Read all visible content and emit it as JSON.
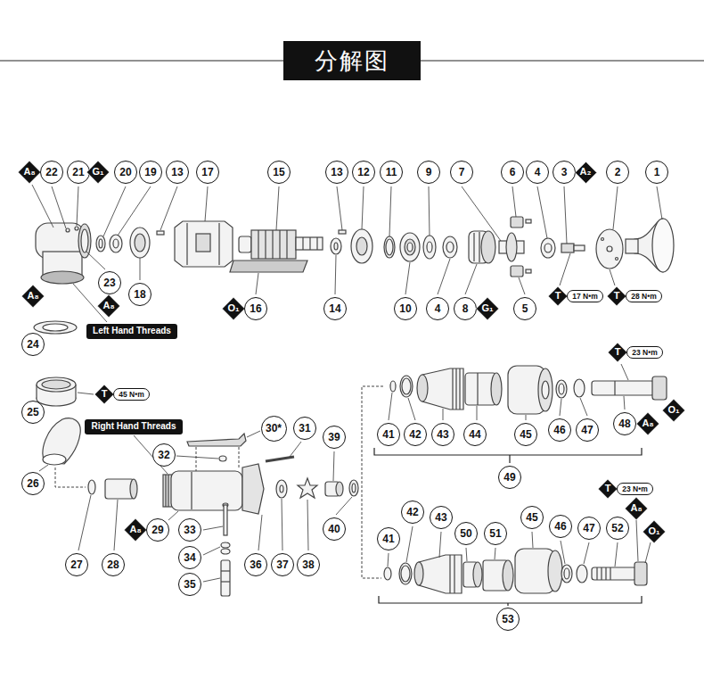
{
  "diagram": {
    "title": "分解图",
    "nodes": [
      {
        "text": [
          "A₈"
        ]
      },
      {
        "text": [
          "22"
        ]
      },
      {
        "text": [
          "21"
        ]
      },
      {
        "text": [
          "G₁"
        ]
      },
      {
        "text": [
          "20"
        ]
      },
      {
        "text": [
          "19"
        ]
      },
      {
        "text": [
          "13"
        ]
      },
      {
        "text": [
          "17"
        ]
      },
      {
        "text": [
          "15"
        ]
      },
      {
        "text": [
          "13"
        ]
      },
      {
        "text": [
          "12"
        ]
      },
      {
        "text": [
          "11"
        ]
      },
      {
        "text": [
          "9"
        ]
      },
      {
        "text": [
          "7"
        ]
      },
      {
        "text": [
          "6"
        ]
      },
      {
        "text": [
          "4"
        ]
      },
      {
        "text": [
          "3"
        ]
      },
      {
        "text": [
          "A₂"
        ]
      },
      {
        "text": [
          "2"
        ]
      },
      {
        "text": [
          "1"
        ]
      },
      {
        "text": [
          "23"
        ]
      },
      {
        "text": [
          "18"
        ]
      },
      {
        "text": [
          "A₈"
        ]
      },
      {
        "text": [
          "T"
        ]
      },
      {
        "text": [
          "17 N•m"
        ]
      },
      {
        "text": [
          "T"
        ]
      },
      {
        "text": [
          "28 N•m"
        ]
      },
      {
        "text": [
          "A₈"
        ]
      },
      {
        "text": [
          "O₁"
        ]
      },
      {
        "text": [
          "16"
        ]
      },
      {
        "text": [
          "14"
        ]
      },
      {
        "text": [
          "10"
        ]
      },
      {
        "text": [
          "4"
        ]
      },
      {
        "text": [
          "8"
        ]
      },
      {
        "text": [
          "G₁"
        ]
      },
      {
        "text": [
          "5"
        ]
      },
      {
        "text": [
          "Left Hand Threads"
        ]
      },
      {
        "text": [
          "24"
        ]
      },
      {
        "text": [
          "T"
        ]
      },
      {
        "text": [
          "23 N•m"
        ]
      },
      {
        "text": [
          "T"
        ]
      },
      {
        "text": [
          "45 N•m"
        ]
      },
      {
        "text": [
          "O₁"
        ]
      },
      {
        "text": [
          "25"
        ]
      },
      {
        "text": [
          "48"
        ]
      },
      {
        "text": [
          "A₈"
        ]
      },
      {
        "text": [
          "Right Hand Threads"
        ]
      },
      {
        "text": [
          "30*"
        ]
      },
      {
        "text": [
          "31"
        ]
      },
      {
        "text": [
          "46"
        ]
      },
      {
        "text": [
          "47"
        ]
      },
      {
        "text": [
          "41"
        ]
      },
      {
        "text": [
          "42"
        ]
      },
      {
        "text": [
          "43"
        ]
      },
      {
        "text": [
          "44"
        ]
      },
      {
        "text": [
          "45"
        ]
      },
      {
        "text": [
          "39"
        ]
      },
      {
        "text": [
          "32"
        ]
      },
      {
        "text": [
          "49"
        ]
      },
      {
        "text": [
          "26"
        ]
      },
      {
        "text": [
          "T"
        ]
      },
      {
        "text": [
          "23 N•m"
        ]
      },
      {
        "text": [
          "A₈"
        ]
      },
      {
        "text": [
          "42"
        ]
      },
      {
        "text": [
          "43"
        ]
      },
      {
        "text": [
          "45"
        ]
      },
      {
        "text": [
          "46"
        ]
      },
      {
        "text": [
          "47"
        ]
      },
      {
        "text": [
          "52"
        ]
      },
      {
        "text": [
          "A₈"
        ]
      },
      {
        "text": [
          "29"
        ]
      },
      {
        "text": [
          "33"
        ]
      },
      {
        "text": [
          "40"
        ]
      },
      {
        "text": [
          "O₁"
        ]
      },
      {
        "text": [
          "50"
        ]
      },
      {
        "text": [
          "51"
        ]
      },
      {
        "text": [
          "41"
        ]
      },
      {
        "text": [
          "27"
        ]
      },
      {
        "text": [
          "28"
        ]
      },
      {
        "text": [
          "34"
        ]
      },
      {
        "text": [
          "36"
        ]
      },
      {
        "text": [
          "37"
        ]
      },
      {
        "text": [
          "38"
        ]
      },
      {
        "text": [
          "35"
        ]
      },
      {
        "text": [
          "53"
        ]
      }
    ]
  }
}
